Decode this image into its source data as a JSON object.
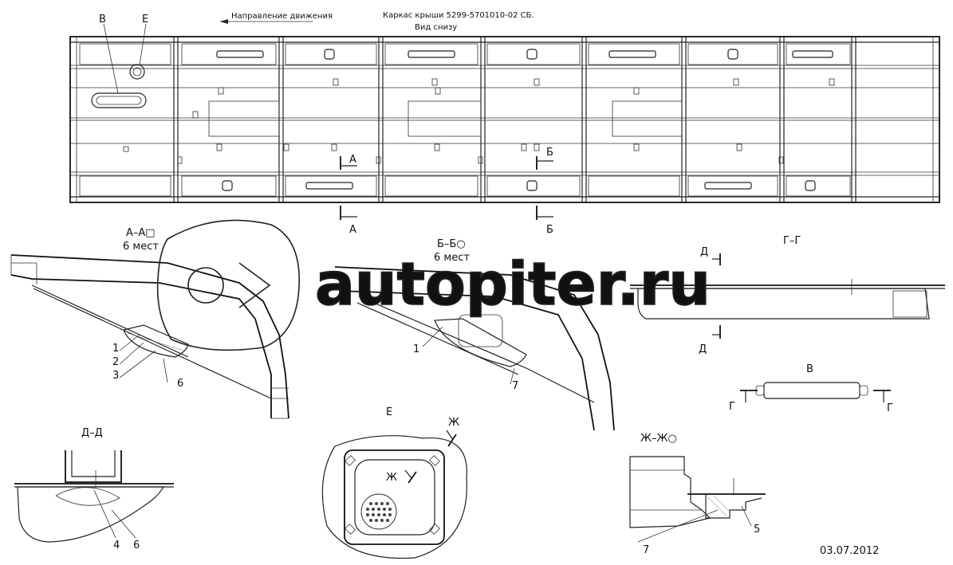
{
  "header": {
    "direction": "Направление движения",
    "title": "Каркас крыши 5299-5701010-02 СБ.",
    "subtitle": "Вид снизу"
  },
  "plan_labels": {
    "B": "В",
    "E": "Е",
    "A_top": "А",
    "A_bottom": "А",
    "B2_top": "Б",
    "B2_bottom": "Б"
  },
  "section_AA": {
    "title": "А–А□",
    "count": "6 мест",
    "callouts": [
      "1",
      "2",
      "3",
      "6"
    ]
  },
  "section_BB": {
    "title": "Б–Б○",
    "count": "6 мест",
    "callouts": [
      "1",
      "7"
    ]
  },
  "section_GG": {
    "title": "Г–Г",
    "d_top": "Д",
    "d_bottom": "Д"
  },
  "view_V": {
    "title": "В",
    "g_left": "Г",
    "g_right": "Г"
  },
  "section_DD": {
    "title": "Д–Д",
    "callouts": [
      "4",
      "6"
    ]
  },
  "view_E": {
    "title": "Е",
    "zh_outer": "Ж",
    "zh_inner": "Ж"
  },
  "section_ZhZh": {
    "title": "Ж–Ж○",
    "callouts": [
      "5",
      "7"
    ]
  },
  "watermark": "autopiter.ru",
  "date": "03.07.2012"
}
